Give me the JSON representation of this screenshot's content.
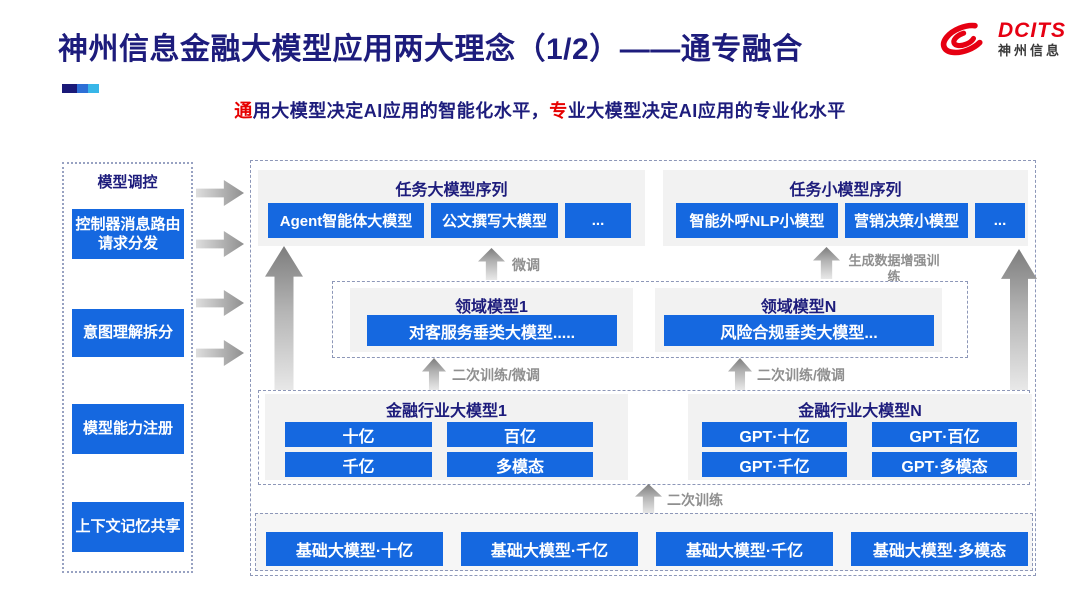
{
  "colors": {
    "primary_blue": "#1568e0",
    "navy_text": "#1d1c7c",
    "highlight_red": "#e60000",
    "logo_red": "#e60012",
    "panel_gray": "#f2f2f2",
    "arrow_gray": "#8f8f8f",
    "accent_bar": [
      "#1b1a78",
      "#2e6fd6",
      "#38b6e8"
    ]
  },
  "header": {
    "title": "神州信息金融大模型应用两大理念（1/2）——通专融合",
    "subtitle_segments": [
      {
        "text": "通",
        "cls": "c-red"
      },
      {
        "text": "用大模型决定AI应用的智能化水平，",
        "cls": "c-navy"
      },
      {
        "text": "专",
        "cls": "c-red"
      },
      {
        "text": "业大模型决定AI应用的专业化水平",
        "cls": "c-navy"
      }
    ],
    "logo": {
      "brand": "DCITS",
      "brand_cn": "神州信息"
    }
  },
  "sidebar": {
    "title": "模型调控",
    "items": [
      "控制器消息路由请求分发",
      "意图理解拆分",
      "模型能力注册",
      "上下文记忆共享"
    ]
  },
  "diagram": {
    "task_large": {
      "title": "任务大模型序列",
      "chips": [
        "Agent智能体大模型",
        "公文撰写大模型",
        "..."
      ]
    },
    "task_small": {
      "title": "任务小模型序列",
      "chips": [
        "智能外呼NLP小模型",
        "营销决策小模型",
        "..."
      ]
    },
    "domain_1": {
      "title": "领域模型1",
      "chip": "对客服务垂类大模型....."
    },
    "domain_n": {
      "title": "领域模型N",
      "chip": "风险合规垂类大模型..."
    },
    "industry_1": {
      "title": "金融行业大模型1",
      "chips": [
        "十亿",
        "百亿",
        "千亿",
        "多模态"
      ]
    },
    "industry_n": {
      "title": "金融行业大模型N",
      "chips": [
        "GPT·十亿",
        "GPT·百亿",
        "GPT·千亿",
        "GPT·多模态"
      ]
    },
    "base_row": {
      "chips": [
        "基础大模型·十亿",
        "基础大模型·千亿",
        "基础大模型·千亿",
        "基础大模型·多模态"
      ]
    },
    "labels": {
      "fine_tune": "微调",
      "gen_data_train": "生成数据增强训练",
      "retrain_finetune_left": "二次训练/微调",
      "retrain_finetune_right": "二次训练/微调",
      "retrain": "二次训练"
    }
  }
}
